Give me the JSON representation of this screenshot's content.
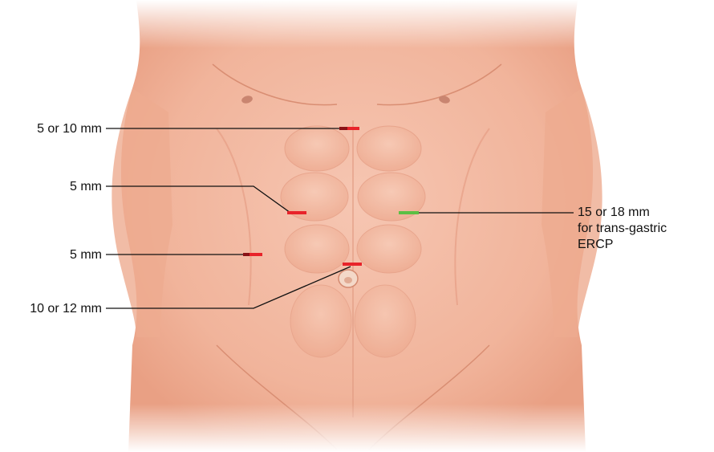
{
  "figure": {
    "labels": [
      {
        "text": "5 or 10 mm",
        "incision": "red"
      },
      {
        "text": "5 mm",
        "incision": "red"
      },
      {
        "text": "5 mm",
        "incision": "red"
      },
      {
        "text": "10 or 12 mm",
        "incision": "red"
      },
      {
        "lines": [
          "15 or 18 mm",
          "for trans-gastric",
          "ERCP"
        ],
        "incision": "green"
      }
    ],
    "colors": {
      "skin": "#f3b9a2",
      "skin_shadow": "#e59a80",
      "leader_line": "#111111",
      "incision_red": "#e8232a",
      "incision_dark": "#8a1216",
      "incision_green": "#5cbf45"
    }
  }
}
